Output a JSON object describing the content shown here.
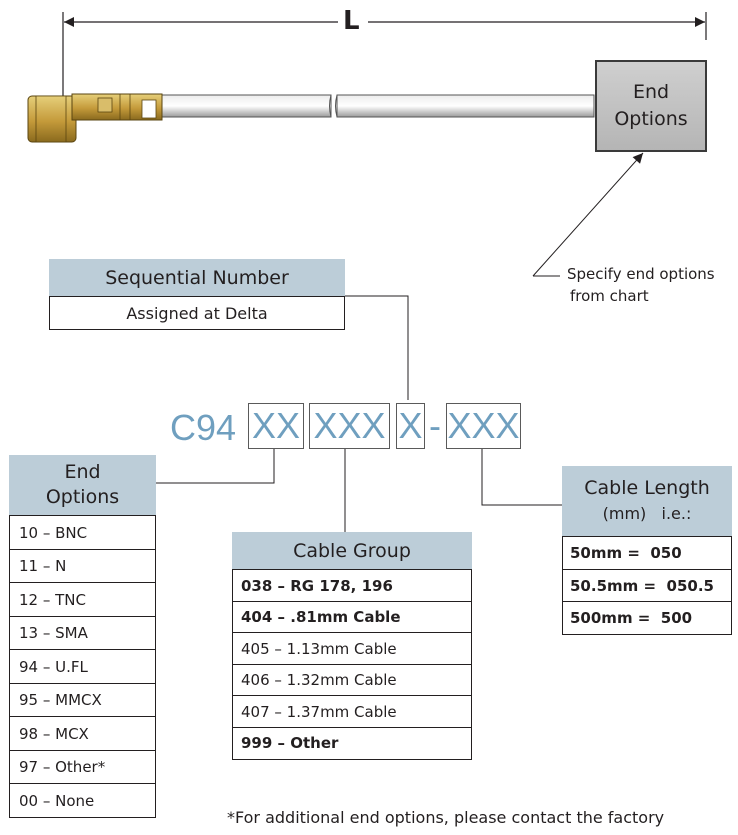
{
  "dimension": {
    "label": "L"
  },
  "end_box": {
    "line1": "End",
    "line2": "Options"
  },
  "callout": {
    "line1": "Specify end options",
    "line2": "from chart"
  },
  "sequential": {
    "header": "Sequential Number",
    "value": "Assigned at Delta"
  },
  "part_number": {
    "prefix": "C94",
    "seg1": "XX",
    "seg2": "XXX",
    "seg3": "X",
    "dash": "-",
    "seg4": "XXX"
  },
  "end_options": {
    "header_line1": "End",
    "header_line2": "Options",
    "rows": [
      "10 – BNC",
      "11 – N",
      "12 – TNC",
      "13 – SMA",
      "94 – U.FL",
      "95 – MMCX",
      "98 – MCX",
      "97 – Other*",
      "00 – None"
    ]
  },
  "cable_group": {
    "header": "Cable Group",
    "rows": [
      "038 – RG 178, 196",
      "404 –  .81mm Cable",
      "405 – 1.13mm Cable",
      "406 – 1.32mm Cable",
      "407 – 1.37mm Cable",
      "999 –  Other"
    ]
  },
  "cable_length": {
    "header_line1": "Cable Length",
    "header_sub": "(mm)   i.e.:",
    "rows": [
      "50mm =  050",
      "50.5mm =  050.5",
      "500mm =  500"
    ]
  },
  "note": "*For additional end options, please contact the factory",
  "colors": {
    "header_fill": "#bccdd8",
    "part_number": "#6f9fbf",
    "connector": "#c8a94a"
  }
}
